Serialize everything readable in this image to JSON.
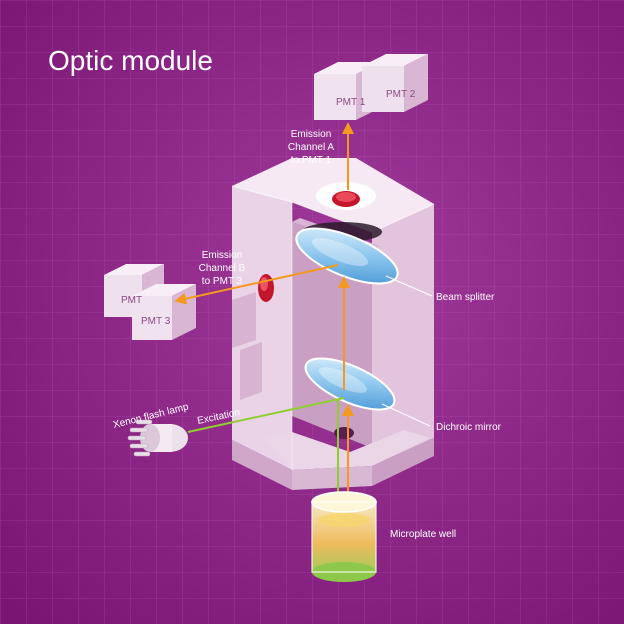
{
  "title": "Optic module",
  "pmt": {
    "pmt1": "PMT 1",
    "pmt2": "PMT 2",
    "pmt3": "PMT 3",
    "pmt_back": "PMT"
  },
  "labels": {
    "emission_a": [
      "Emission",
      "Channel A",
      "to PMT 1"
    ],
    "emission_b": [
      "Emission",
      "Channel B",
      "to PMT 3"
    ],
    "beam_splitter": "Beam splitter",
    "dichroic_mirror": "Dichroic mirror",
    "xenon_lamp": "Xenon flash lamp",
    "excitation": "Excitation",
    "microplate_well": "Microplate well"
  },
  "colors": {
    "background": "#8a1f84",
    "grid": "#b14aa9",
    "box_light": "#f2dff0",
    "box_mid": "#dcbcd8",
    "box_dark": "#c59ec0",
    "emission_arrow": "#f39a1e",
    "excitation_arrow": "#8ecf2e",
    "lens": "#6fb3e6",
    "detector_spot": "#c3162c"
  }
}
